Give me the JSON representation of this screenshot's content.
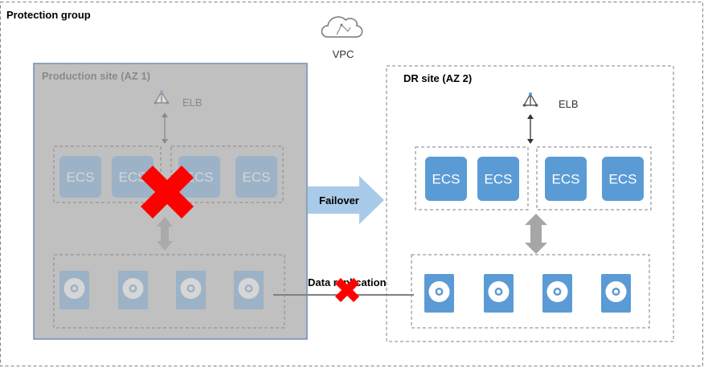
{
  "protection_group": {
    "label": "Protection group"
  },
  "vpc": {
    "label": "VPC",
    "icon": "cloud-icon"
  },
  "production_site": {
    "label": "Production site (AZ 1)",
    "elb_label": "ELB",
    "status": "failed",
    "ecs_groups": [
      {
        "items": [
          "ECS",
          "ECS"
        ]
      },
      {
        "items": [
          "ECS",
          "ECS"
        ]
      }
    ],
    "disks": [
      "disk",
      "disk",
      "disk",
      "disk"
    ]
  },
  "dr_site": {
    "label": "DR site (AZ 2)",
    "elb_label": "ELB",
    "ecs_groups": [
      {
        "items": [
          "ECS",
          "ECS"
        ]
      },
      {
        "items": [
          "ECS",
          "ECS"
        ]
      }
    ],
    "disks": [
      "disk",
      "disk",
      "disk",
      "disk"
    ]
  },
  "failover": {
    "label": "Failover"
  },
  "data_replication": {
    "label": "Data replication",
    "status": "broken"
  },
  "colors": {
    "ecs_blue": "#5b9bd5",
    "production_bg": "#c0c0c0",
    "failover_arrow": "#a9cbe9",
    "fail_cross": "#ff0000"
  }
}
